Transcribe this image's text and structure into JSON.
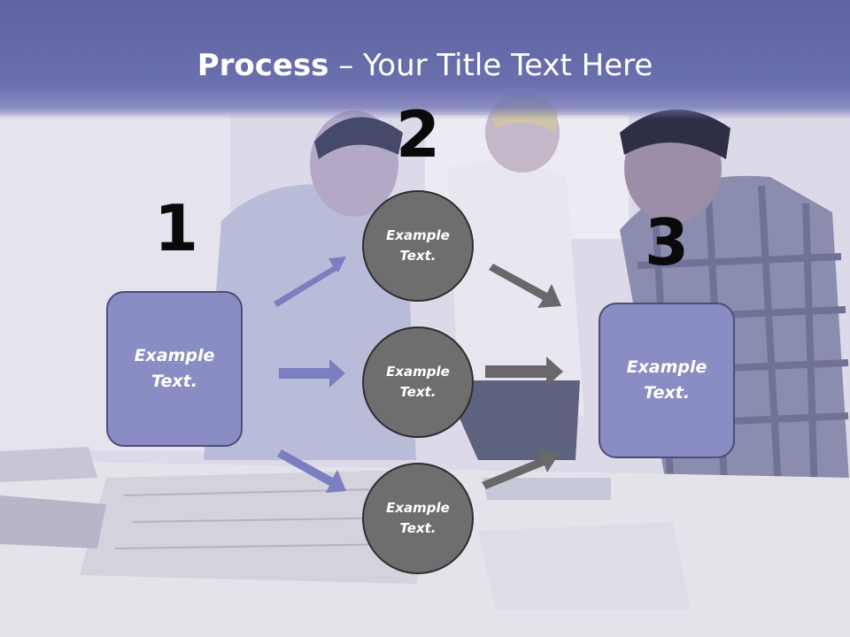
{
  "title": {
    "bold": "Process",
    "rest": " – Your Title Text Here"
  },
  "steps": [
    {
      "number": "1",
      "line1": "Example",
      "line2": "Text."
    },
    {
      "number": "2"
    },
    {
      "number": "3",
      "line1": "Example",
      "line2": "Text."
    }
  ],
  "circles": [
    {
      "line1": "Example",
      "line2": "Text."
    },
    {
      "line1": "Example",
      "line2": "Text."
    },
    {
      "line1": "Example",
      "line2": "Text."
    }
  ],
  "colors": {
    "band": "#6a6fad",
    "box": "#8a8cc4",
    "circle": "#6e6e6e",
    "arrow_left": "#7b7fc0",
    "arrow_right": "#686868"
  }
}
